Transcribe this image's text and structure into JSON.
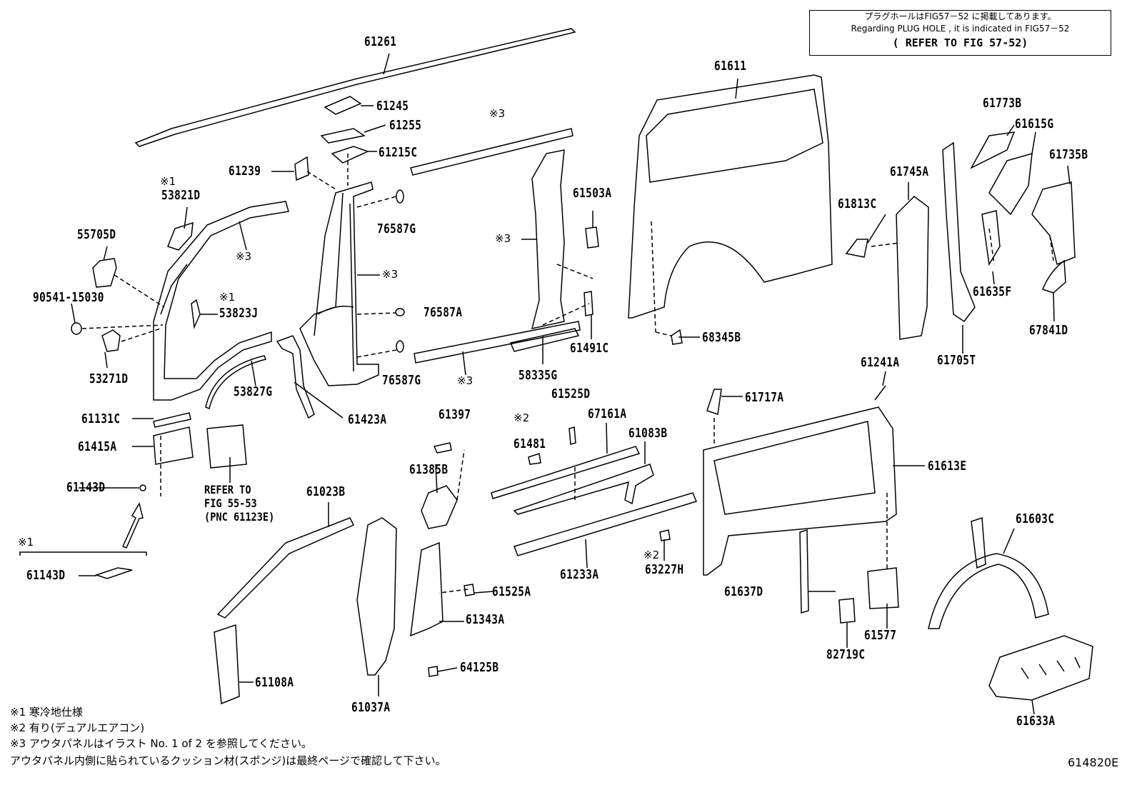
{
  "note": {
    "line1": "プラグホールはFIG57－52 に掲載してあります。",
    "line2": "Regarding PLUG HOLE , it is indicated in FIG57－52",
    "line3": "( REFER TO FIG 57-52)"
  },
  "parts": [
    "61261",
    "61245",
    "61255",
    "61215C",
    "61239",
    "53821D",
    "55705D",
    "90541-15030",
    "53823J",
    "76587G",
    "76587A",
    "76587G",
    "53271D",
    "53827G",
    "61423A",
    "61131C",
    "61415A",
    "61143D",
    "61143D",
    "61023B",
    "61108A",
    "61037A",
    "61397",
    "61385B",
    "61525A",
    "61343A",
    "64125B",
    "61481",
    "61525D",
    "67161A",
    "61083B",
    "61233A",
    "63227H",
    "58335G",
    "61491C",
    "61503A",
    "61611",
    "68345B",
    "61813C",
    "61745A",
    "61773B",
    "61615G",
    "61735B",
    "61635F",
    "67841D",
    "61705T",
    "61241A",
    "61717A",
    "61613E",
    "61637D",
    "61577",
    "82719C",
    "61603C",
    "61633A"
  ],
  "marks": {
    "m1": "※1",
    "m2": "※2",
    "m3": "※3"
  },
  "refer": {
    "line1": "REFER TO",
    "line2": "FIG 55-53",
    "line3": "(PNC 61123E)"
  },
  "footnotes": {
    "f1": "※1 寒冷地仕様",
    "f2": "※2 有り(デュアルエアコン)",
    "f3": "※3 アウタパネルはイラスト No. 1 of 2 を参照してください。",
    "f4": "アウタパネル内側に貼られているクッション材(スポンジ)は最終ページで確認して下さい。"
  },
  "figure_number": "614820E"
}
